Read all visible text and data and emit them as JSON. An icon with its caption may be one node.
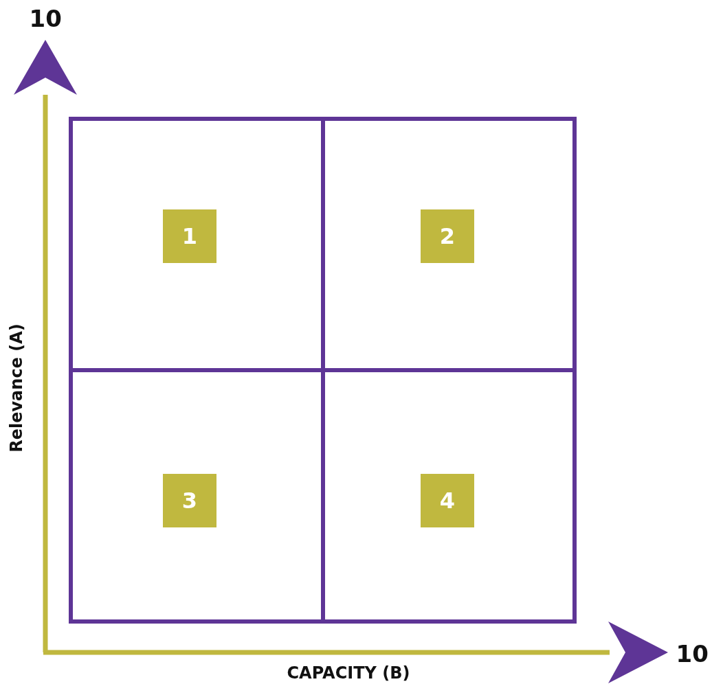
{
  "diagram": {
    "nodes": [
      {
        "text": [
          "1"
        ]
      },
      {
        "text": [
          "2"
        ]
      },
      {
        "text": [
          "3"
        ]
      },
      {
        "text": [
          "4"
        ]
      }
    ],
    "edges": [],
    "labels": [
      "10",
      "Relevance (A)",
      "CAPACITY (B)",
      "10"
    ]
  }
}
